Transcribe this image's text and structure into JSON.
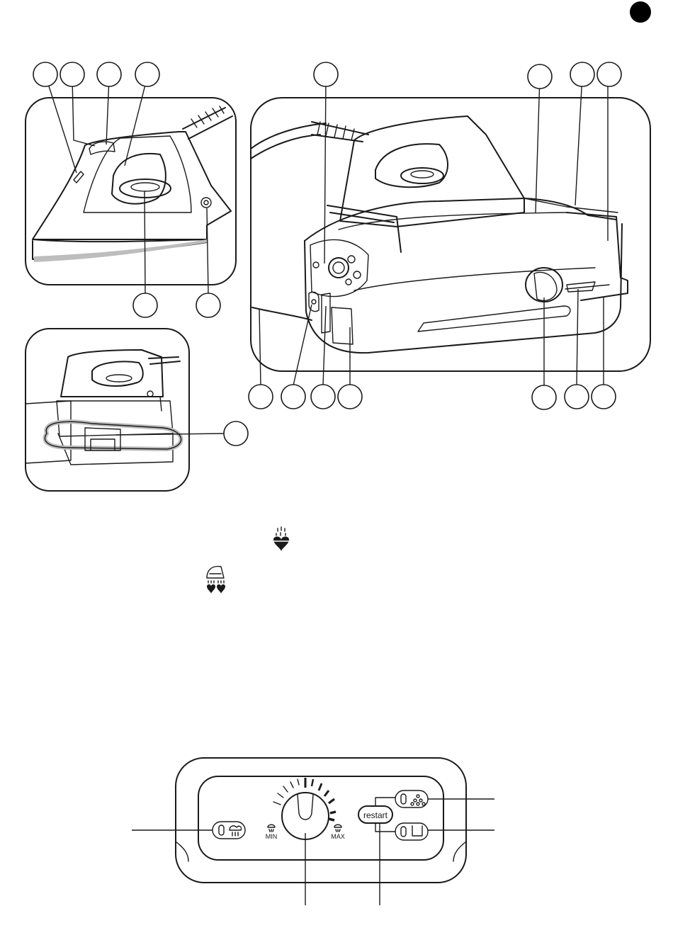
{
  "page_marker": {
    "shape": "filled-circle",
    "color": "#000000"
  },
  "panels": [
    {
      "name": "iron-closeup-panel"
    },
    {
      "name": "base-station-panel"
    },
    {
      "name": "cord-storage-panel"
    }
  ],
  "symbols": [
    {
      "name": "steam-heart-icon"
    },
    {
      "name": "iron-steam-icon"
    }
  ],
  "control_panel": {
    "dial_labels": {
      "min": "MIN",
      "max": "MAX"
    },
    "restart_label": "restart",
    "indicators": [
      {
        "name": "steam-indicator",
        "icon": "steam-cloud-icon"
      },
      {
        "name": "descale-indicator",
        "icon": "scale-dots-icon"
      },
      {
        "name": "water-tank-indicator",
        "icon": "water-tank-icon"
      }
    ]
  },
  "colors": {
    "line": "#1a1a1a",
    "accent_grey": "#bdbdbd",
    "background": "#ffffff"
  }
}
